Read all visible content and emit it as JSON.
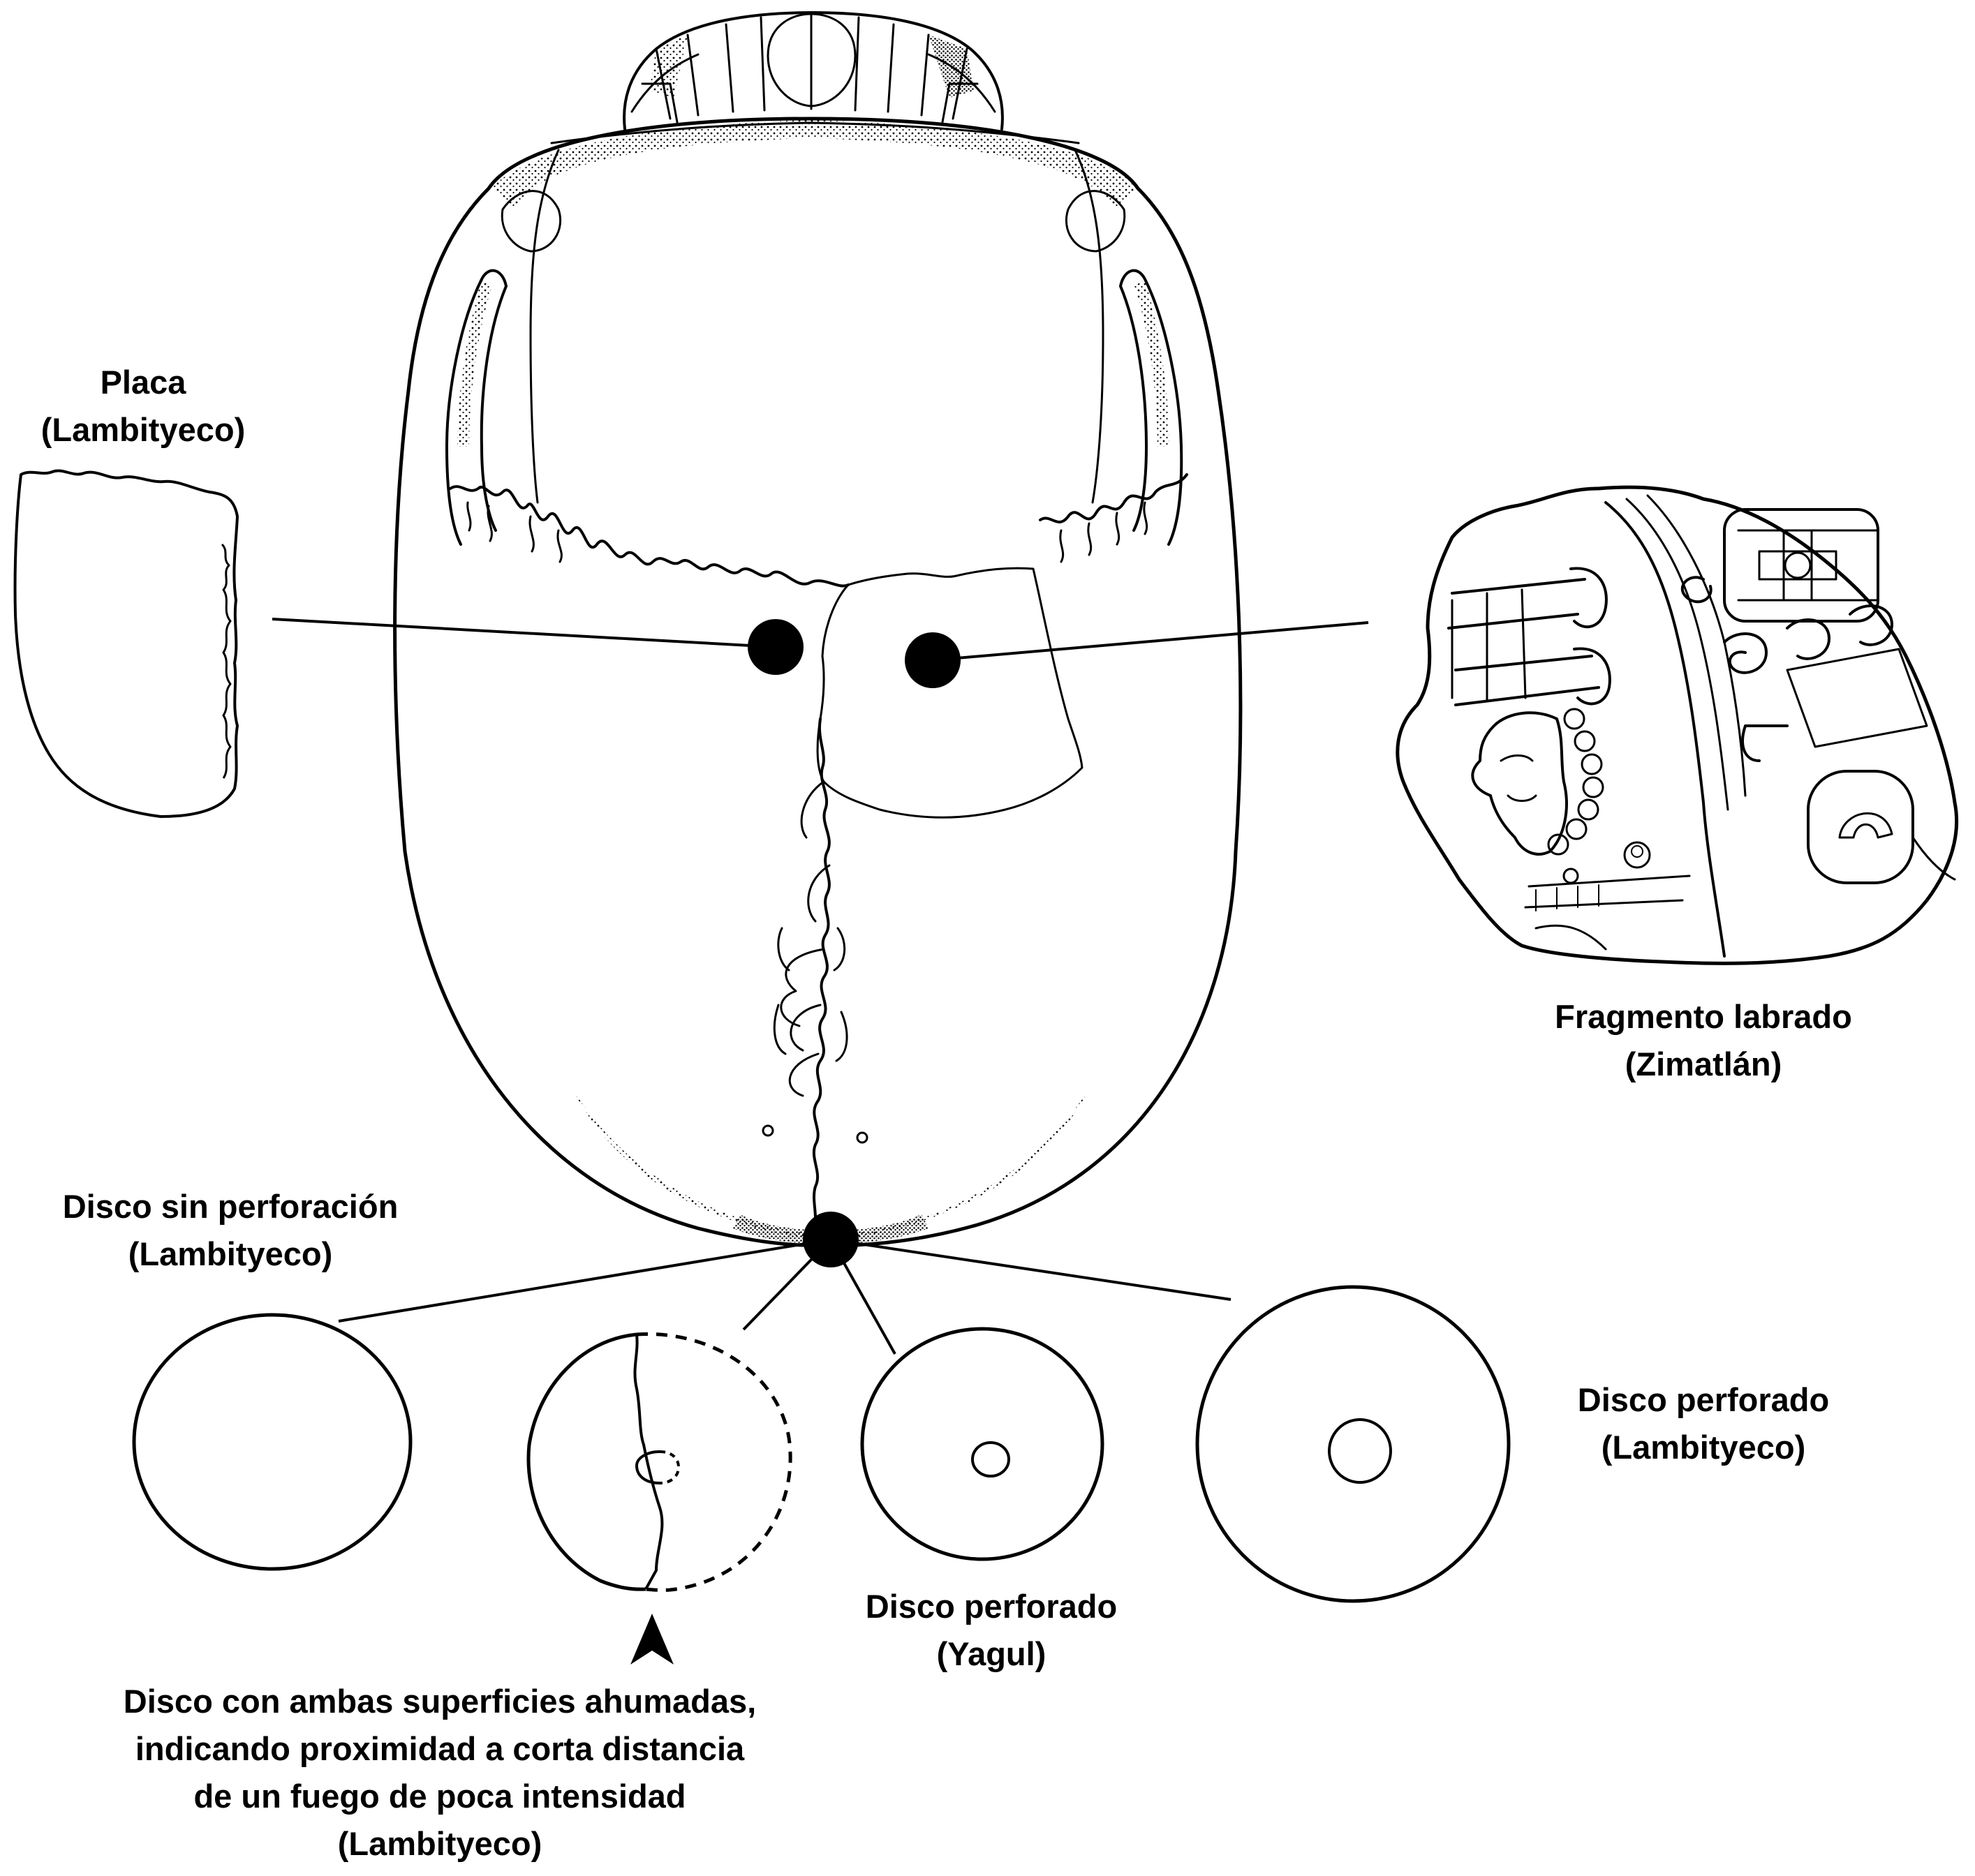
{
  "labels": {
    "placa": {
      "line1": "Placa",
      "line2": "(Lambityeco)"
    },
    "fragmento": {
      "line1": "Fragmento labrado",
      "line2": "(Zimatlán)"
    },
    "disco_sin": {
      "line1": "Disco sin perforación",
      "line2": "(Lambityeco)"
    },
    "disco_perforado_lambityeco": {
      "line1": "Disco perforado",
      "line2": "(Lambityeco)"
    },
    "disco_perforado_yagul": {
      "line1": "Disco perforado",
      "line2": "(Yagul)"
    },
    "disco_ahumado": {
      "line1": "Disco con ambas superficies ahumadas,",
      "line2": "indicando proximidad a corta distancia",
      "line3": "de un fuego de poca intensidad",
      "line4": "(Lambityeco)"
    }
  },
  "figures": {
    "skull": "skull-top-view-drawing",
    "plaque": "plaque-fragment",
    "carved_fragment": "carved-fragment-with-figure-profile",
    "discs": [
      "solid-disc",
      "broken-smoked-disc",
      "perforated-disc-small",
      "perforated-disc-large"
    ],
    "markers": [
      "dot-left",
      "dot-right",
      "dot-bottom"
    ],
    "arrow": "arrowhead-up-icon"
  },
  "colors": {
    "ink": "#000000",
    "paper": "#ffffff"
  }
}
